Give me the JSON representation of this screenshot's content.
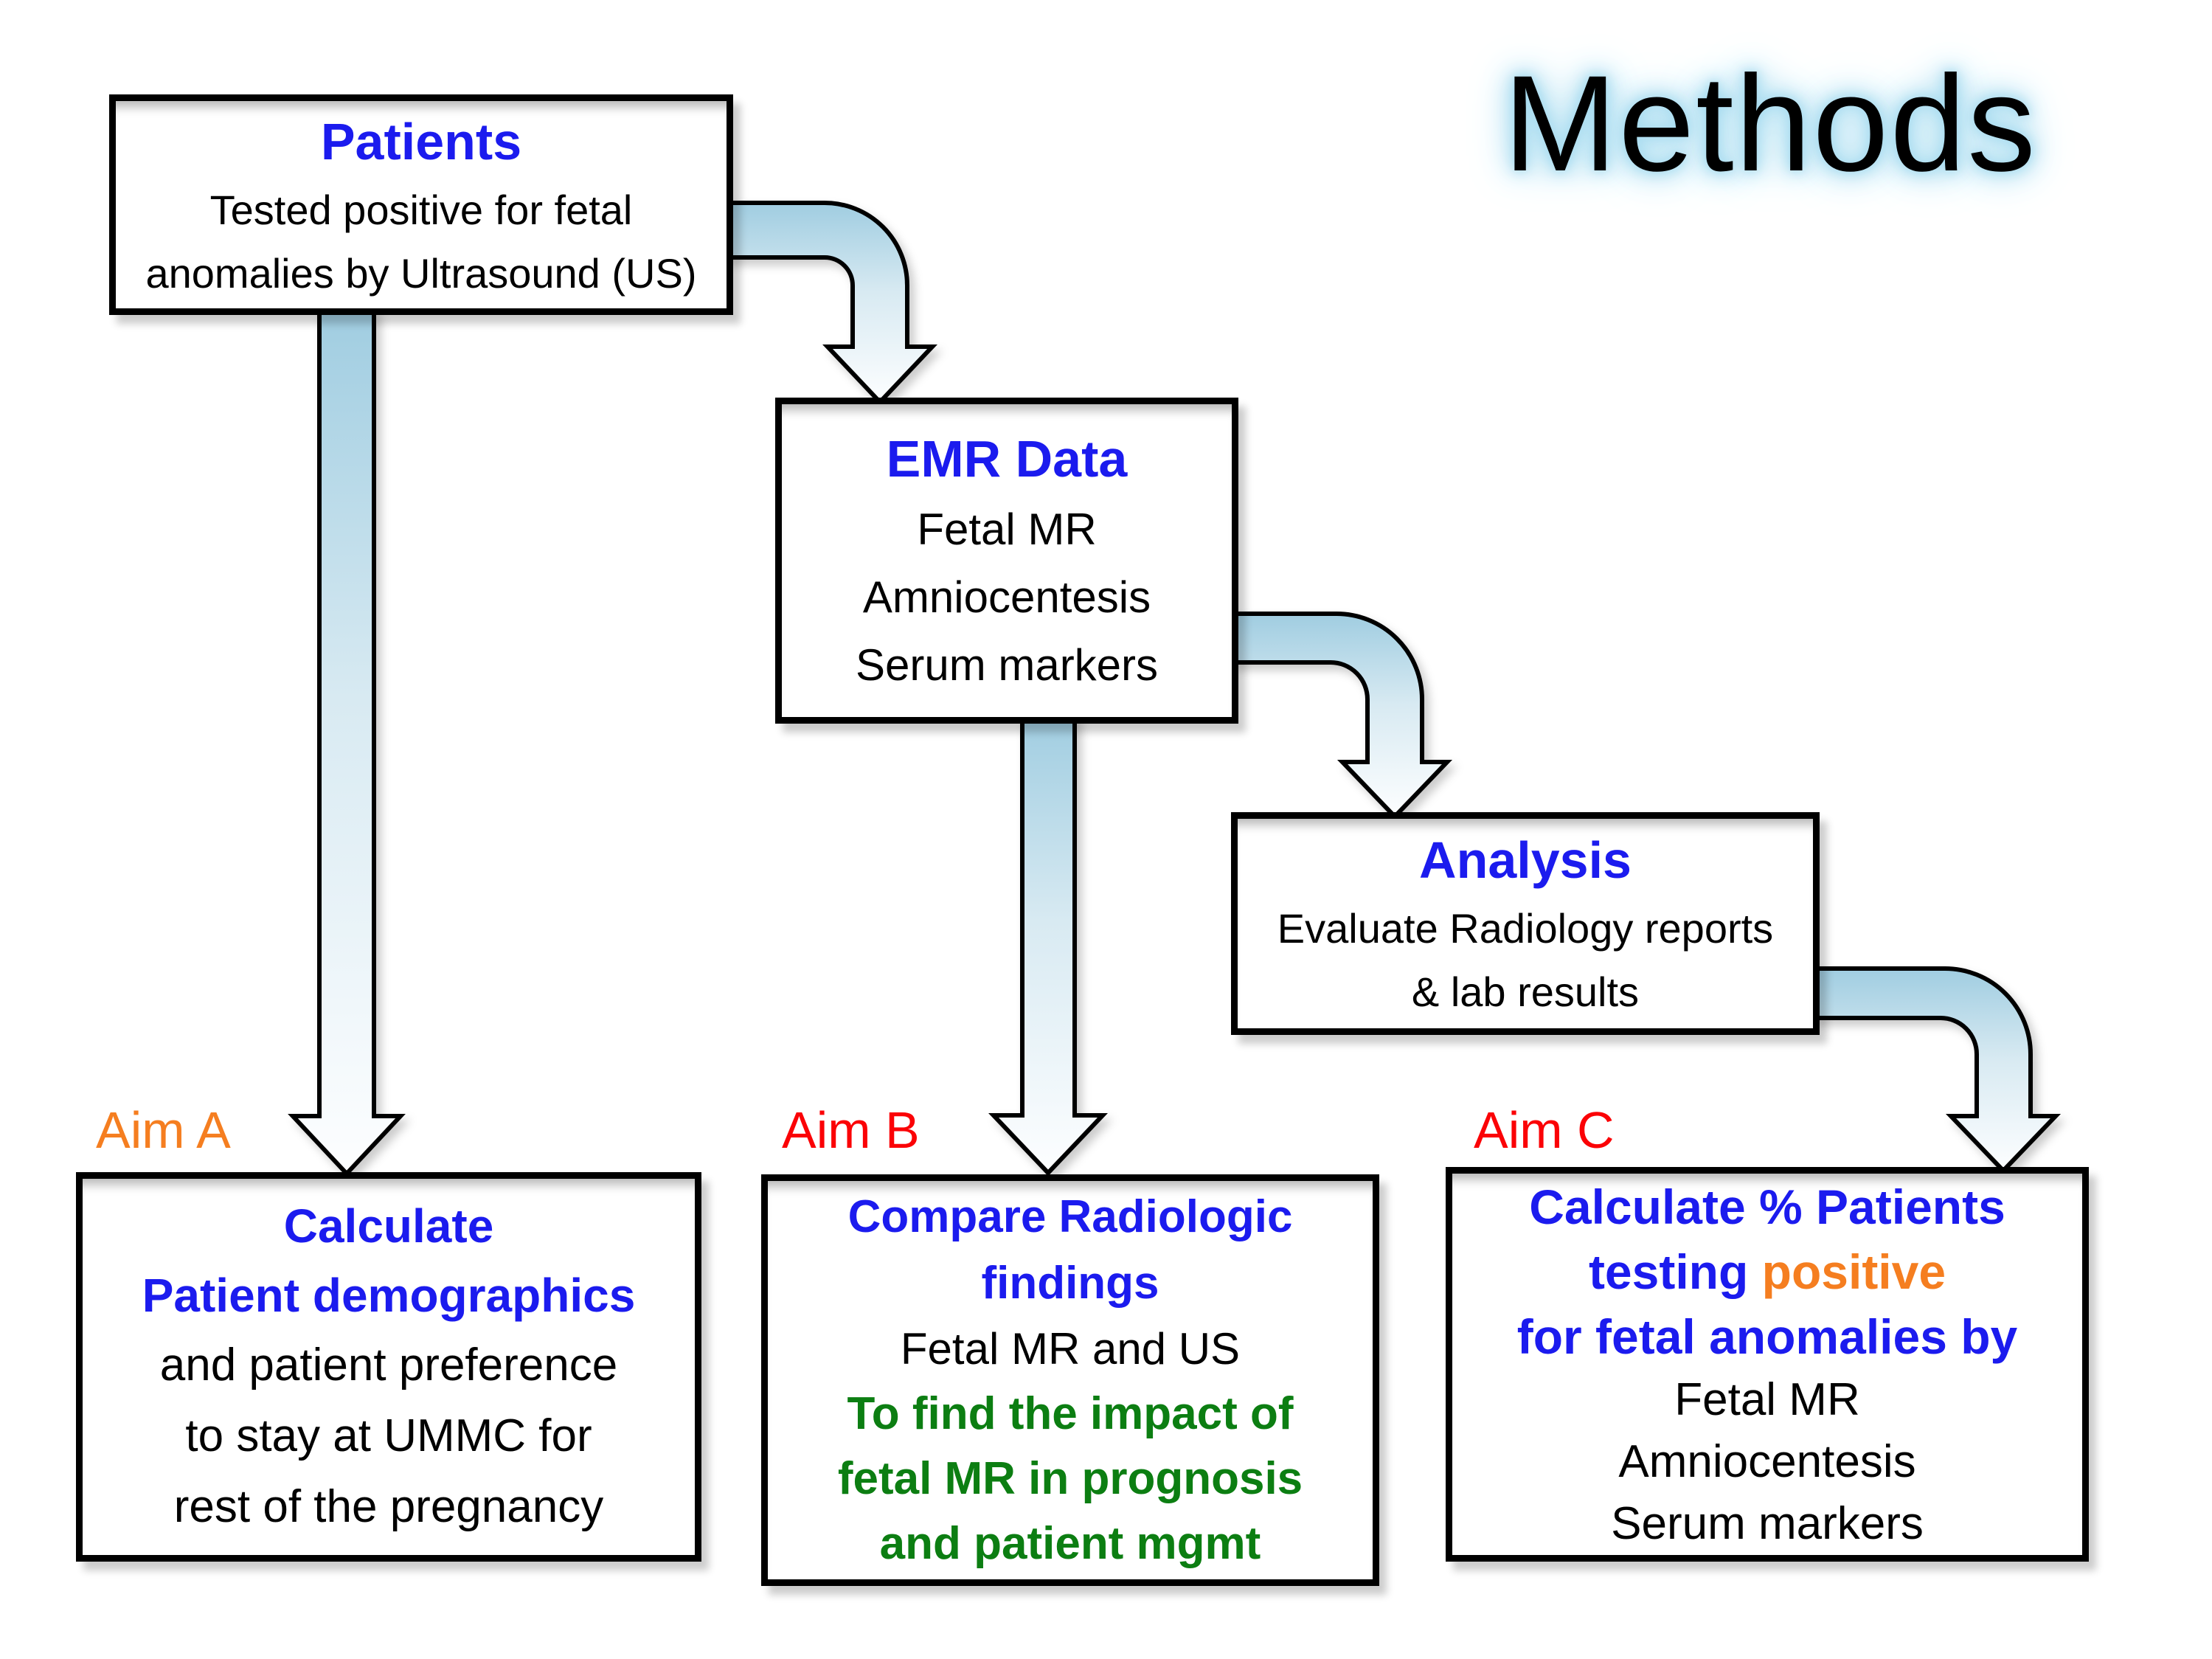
{
  "slide_title": "Methods",
  "colors": {
    "blue": "#1b1bee",
    "orange": "#f57e20",
    "red": "#fb0206",
    "green": "#0c7e12",
    "ink": "#000000",
    "glow": "#a8dcf0",
    "arrow_top": "#a0cde1",
    "arrow_mid": "#d8eaf2",
    "arrow_tip": "#fdfeff"
  },
  "boxes": {
    "patients": {
      "title": "Patients",
      "lines": [
        "Tested positive for fetal",
        "anomalies by Ultrasound (US)"
      ]
    },
    "emr": {
      "title": "EMR Data",
      "lines": [
        "Fetal MR",
        "Amniocentesis",
        "Serum markers"
      ]
    },
    "analysis": {
      "title": "Analysis",
      "lines": [
        "Evaluate Radiology reports",
        "& lab results"
      ]
    },
    "aim_a": {
      "label": "Aim A",
      "title_lines": [
        "Calculate",
        "Patient demographics"
      ],
      "lines": [
        "and patient preference",
        "to stay at UMMC for",
        "rest of the pregnancy"
      ]
    },
    "aim_b": {
      "label": "Aim B",
      "title_lines": [
        "Compare Radiologic",
        "findings"
      ],
      "line": "Fetal MR and US",
      "highlight_lines": [
        "To find the impact of",
        "fetal MR in prognosis",
        "and patient mgmt"
      ]
    },
    "aim_c": {
      "label": "Aim C",
      "title_line_1": "Calculate % Patients",
      "title_line_2_blue": "testing ",
      "title_line_2_orange": "positive",
      "title_line_3": "for fetal anomalies by",
      "lines": [
        "Fetal MR",
        "Amniocentesis",
        "Serum markers"
      ]
    }
  }
}
